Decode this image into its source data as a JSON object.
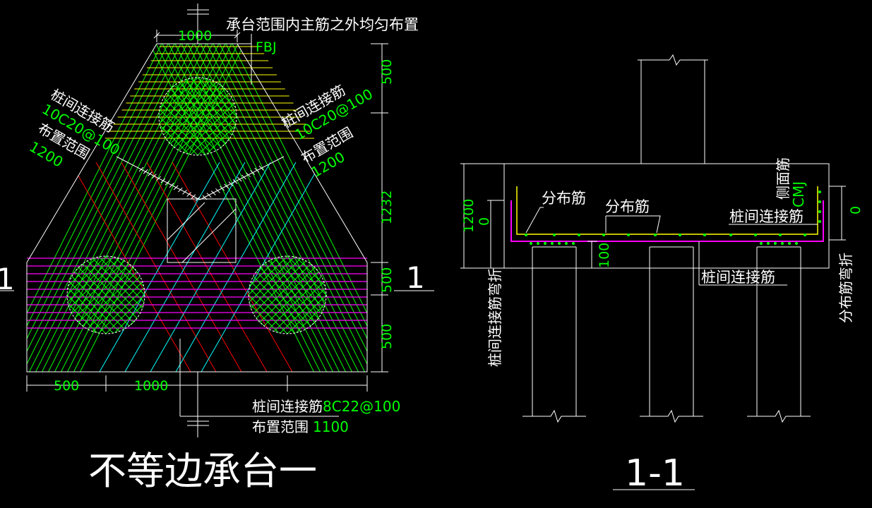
{
  "colors": {
    "background": "#000000",
    "outline": "#ffffff",
    "dimension_text": "#00ff00",
    "rebar_green": "#00ff00",
    "rebar_yellow": "#ffff00",
    "rebar_red": "#ff0000",
    "rebar_cyan": "#00ffff",
    "rebar_magenta": "#ff00ff",
    "pile_circle": "#ffffff"
  },
  "plan": {
    "title": "不等边承台一",
    "top_note": "承台范围内主筋之外均匀布置",
    "fbj": "FBJ",
    "dim_top": "1000",
    "dim_bottom_left": "500",
    "dim_bottom_mid": "1000",
    "dim_right": [
      "500",
      "1232",
      "500",
      "500"
    ],
    "section_mark_left": "1",
    "section_mark_right": "1",
    "left_label": {
      "line1": "桩间连接筋",
      "line2": "10C20@100",
      "line3": "布置范围",
      "line4": "1200"
    },
    "right_label": {
      "line1": "桩间连接筋",
      "line2": "10C20@100",
      "line3": "布置范围",
      "line4": "1200"
    },
    "bottom_label": {
      "line1_white": "桩间连接筋",
      "line1_green": "8C22@100",
      "line2_white": "布置范围",
      "line2_green": "1100"
    }
  },
  "section": {
    "title": "1-1",
    "label_dist_1": "分布筋",
    "label_dist_2": "分布筋",
    "label_side": "侧面筋",
    "label_cmj": "CMJ",
    "label_pile_conn": "桩间连接筋",
    "label_pile_conn_bottom": "桩间连接筋",
    "label_left_vertical": "桩间连接筋弯折",
    "label_right_vertical": "分布筋弯折",
    "dim_height": "1200",
    "dim_left_zero": "0",
    "dim_right_zero": "0",
    "dim_100": "100"
  }
}
